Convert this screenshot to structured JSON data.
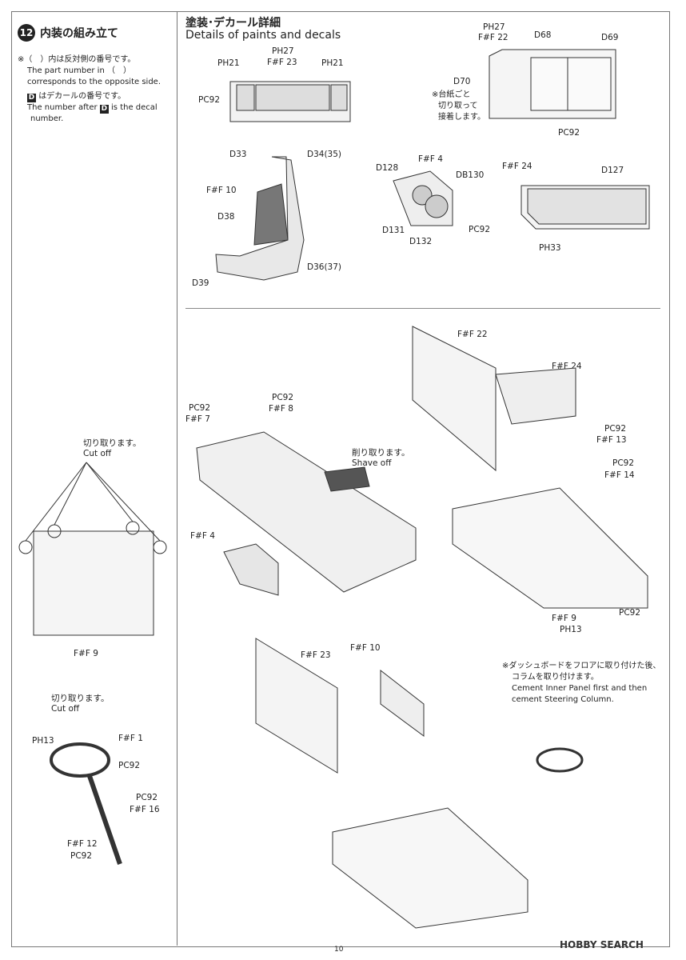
{
  "page_number": "10",
  "step": {
    "number": "12",
    "title": "内装の組み立て"
  },
  "details": {
    "title_ja": "塗装･デカール詳細",
    "title_en": "Details of paints and decals"
  },
  "notes": {
    "opposite_ja": "※（　）内は反対側の番号です。",
    "opposite_en1": "The part number in （　）",
    "opposite_en2": "corresponds to the opposite side.",
    "decal_ja": "はデカールの番号です。",
    "decal_en1": "The number after",
    "decal_en2": "is the decal",
    "decal_en3": "number.",
    "decal_letter": "D",
    "backing_ja1": "※台紙ごと",
    "backing_ja2": "切り取って",
    "backing_ja3": "接着します。",
    "dash_ja1": "※ダッシュボードをフロアに取り付けた後、",
    "dash_ja2": "コラムを取り付けます。",
    "dash_en1": "Cement Inner Panel first and then",
    "dash_en2": "cement Steering Column."
  },
  "callouts": {
    "cut_ja": "切り取ります。",
    "cut_en": "Cut off",
    "shave_ja": "削り取ります。",
    "shave_en": "Shave off"
  },
  "labels": [
    "PH21",
    "F#F 23",
    "PH27",
    "PH21",
    "PC92",
    "PH27",
    "F#F 22",
    "D68",
    "D69",
    "D70",
    "PC92",
    "D33",
    "D34(35)",
    "F#F 10",
    "D38",
    "D36(37)",
    "D39",
    "F#F 4",
    "D128",
    "DB130",
    "D131",
    "D132",
    "PC92",
    "F#F 24",
    "D127",
    "PH33",
    "F#F 22",
    "F#F 24",
    "PC92",
    "F#F 7",
    "PC92",
    "F#F 8",
    "PC92",
    "F#F 13",
    "PC92",
    "F#F 14",
    "F#F 4",
    "F#F 9",
    "PH13",
    "PC92",
    "F#F 9",
    "F#F 23",
    "F#F 10",
    "PH13",
    "F#F 1",
    "PC92",
    "PC92",
    "F#F 16",
    "F#F 12",
    "PC92"
  ],
  "watermark": "HOBBY SEARCH"
}
